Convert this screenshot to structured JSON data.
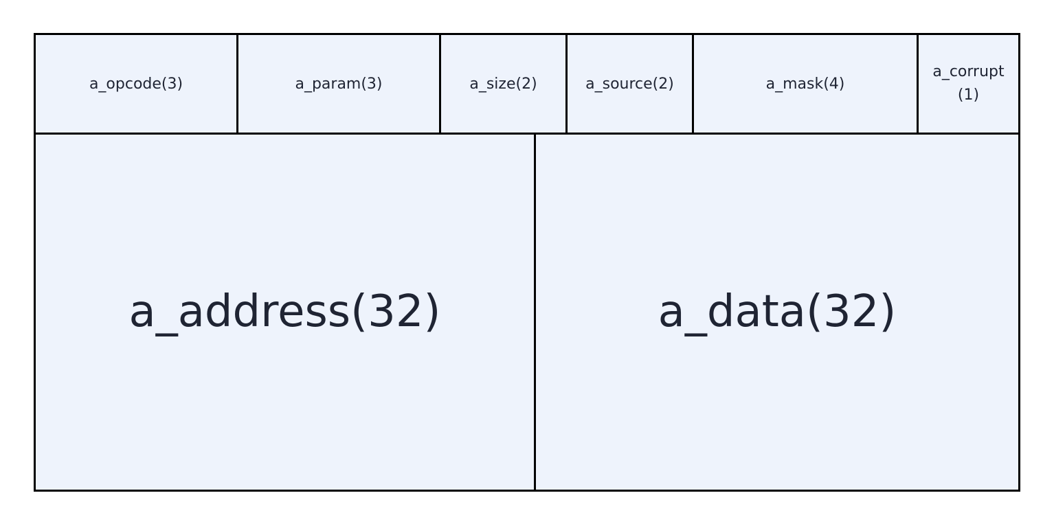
{
  "fields": {
    "opcode": {
      "label": "a_opcode(3)"
    },
    "param": {
      "label": "a_param(3)"
    },
    "size": {
      "label": "a_size(2)"
    },
    "source": {
      "label": "a_source(2)"
    },
    "mask": {
      "label": "a_mask(4)"
    },
    "corrupt": {
      "label": "a_corrupt(1)"
    },
    "address": {
      "label": "a_address(32)"
    },
    "data": {
      "label": "a_data(32)"
    }
  },
  "colors": {
    "cell_fill": "#eef3fc",
    "border": "#000000",
    "text": "#1f2433"
  }
}
